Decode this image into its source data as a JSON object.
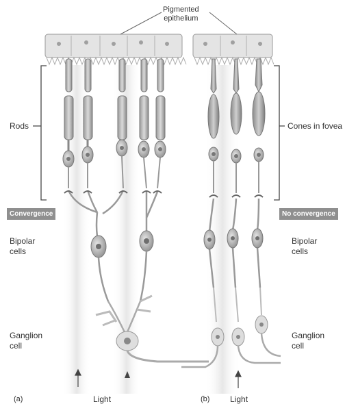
{
  "labels": {
    "pigmented_epithelium": "Pigmented\nepithelium",
    "rods": "Rods",
    "cones_in_fovea": "Cones in fovea",
    "convergence": "Convergence",
    "no_convergence": "No convergence",
    "bipolar_left": "Bipolar\ncells",
    "bipolar_right": "Bipolar\ncells",
    "ganglion_left": "Ganglion\ncell",
    "ganglion_right": "Ganglion\ncell",
    "panel_a": "(a)",
    "panel_b": "(b)",
    "light_a": "Light",
    "light_b": "Light"
  },
  "colors": {
    "tissue": "#d8d8d8",
    "cell_fill": "#c7c7c7",
    "cell_dark": "#8e8e8e",
    "nucleus": "#9a9a9a",
    "outline": "#777777",
    "tag_bg": "#8f8f8f",
    "ink": "#333333"
  }
}
